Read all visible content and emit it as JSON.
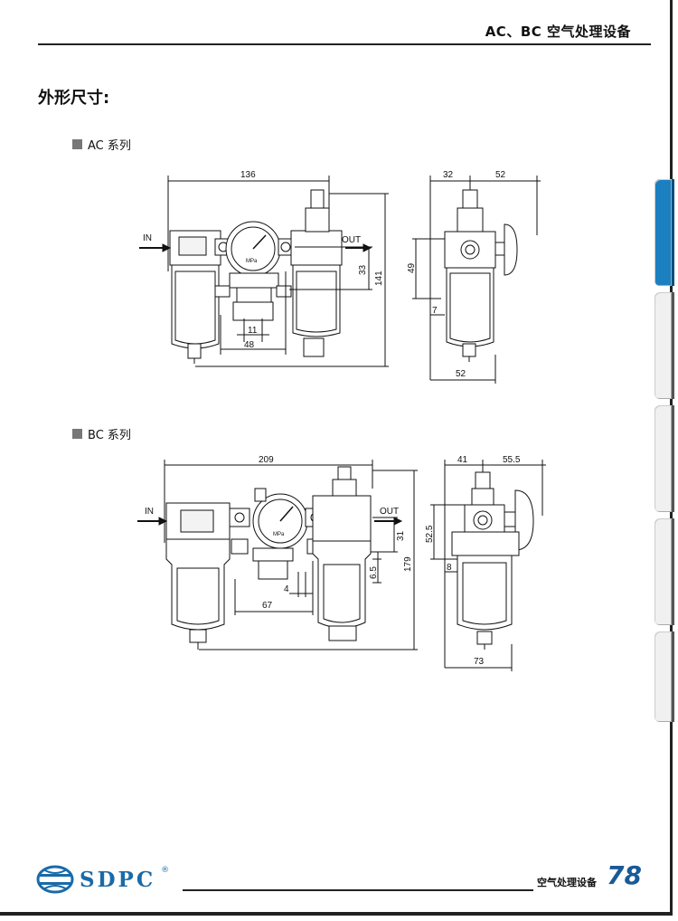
{
  "header": {
    "title": "AC、BC 空气处理设备"
  },
  "section": {
    "title": "外形尺寸:"
  },
  "series": [
    {
      "label": "AC 系列"
    },
    {
      "label": "BC 系列"
    }
  ],
  "ac_drawing": {
    "port_in": "IN",
    "port_out": "OUT",
    "dim_width": "136",
    "dim_height": "141",
    "dim_33": "33",
    "dim_11": "11",
    "dim_48": "48",
    "gauge_unit": "MPa",
    "side_dim_32": "32",
    "side_dim_52_top": "52",
    "side_dim_49": "49",
    "side_dim_7": "7",
    "side_dim_52_bottom": "52"
  },
  "bc_drawing": {
    "port_in": "IN",
    "port_out": "OUT",
    "dim_width": "209",
    "dim_height": "179",
    "dim_31": "31",
    "dim_6_5": "6.5",
    "dim_4": "4",
    "dim_67": "67",
    "gauge_unit": "MPa",
    "side_dim_41": "41",
    "side_dim_55_5": "55.5",
    "side_dim_52_5": "52.5",
    "side_dim_8": "8",
    "side_dim_73": "73"
  },
  "footer": {
    "brand": "SDPC",
    "caption": "空气处理设备",
    "page_number": "78"
  },
  "colors": {
    "accent": "#1b80c0",
    "brand": "#1a6aa8"
  }
}
